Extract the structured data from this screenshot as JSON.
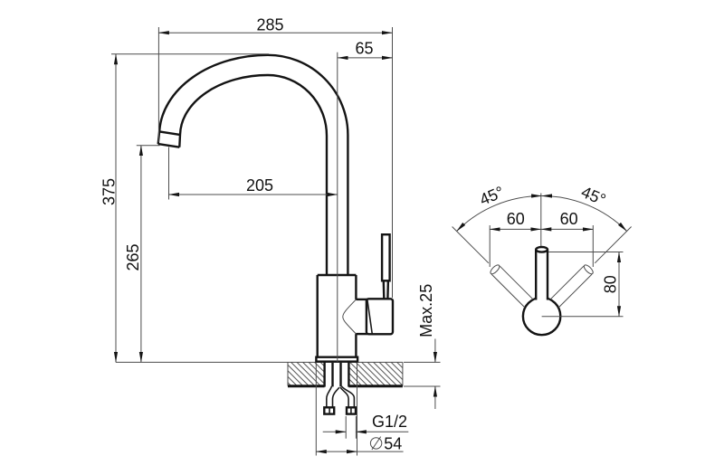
{
  "drawing_type": "faucet installation dimensional drawing",
  "front_view": {
    "dim_width_overall": "285",
    "dim_spout_to_body": "65",
    "dim_height_overall": "375",
    "dim_spout_height": "265",
    "dim_spout_reach": "205",
    "dim_counter_thickness": "Max.25",
    "dim_hose_thread": "G1/2",
    "diameter_symbol": "⌀",
    "dim_base_diameter": "54"
  },
  "top_view": {
    "dim_swing_left": "45°",
    "dim_swing_right": "45°",
    "dim_handle_offset_left": "60",
    "dim_handle_offset_right": "60",
    "dim_handle_length": "80"
  },
  "colors": {
    "background": "#ffffff",
    "outline": "#141414",
    "dimension_line": "#4c4c4c",
    "text": "#111111"
  }
}
